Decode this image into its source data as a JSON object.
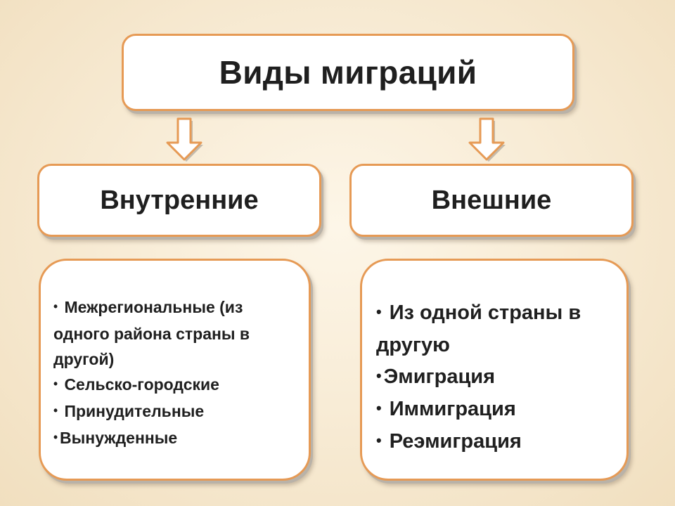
{
  "title": "Виды миграций",
  "categories": {
    "internal": {
      "label": "Внутренние",
      "items": [
        {
          "bullet": "•",
          "text": "Межрегиональные (из одного района страны в другой)"
        },
        {
          "bullet": "•",
          "text": "Сельско-городские"
        },
        {
          "bullet": "•",
          "text": "Принудительные"
        },
        {
          "bullet": "•",
          "text": "Вынужденные"
        }
      ]
    },
    "external": {
      "label": "Внешние",
      "items": [
        {
          "bullet": "•",
          "text": "Из одной страны в другую"
        },
        {
          "bullet": "•",
          "text": "Эмиграция"
        },
        {
          "bullet": "•",
          "text": "Иммиграция"
        },
        {
          "bullet": "•",
          "text": "Реэмиграция"
        }
      ]
    }
  },
  "colors": {
    "box_border": "#e69a55",
    "arrow_fill": "#ffffff",
    "arrow_stroke": "#e69a55",
    "background": "#f8ecd6"
  }
}
